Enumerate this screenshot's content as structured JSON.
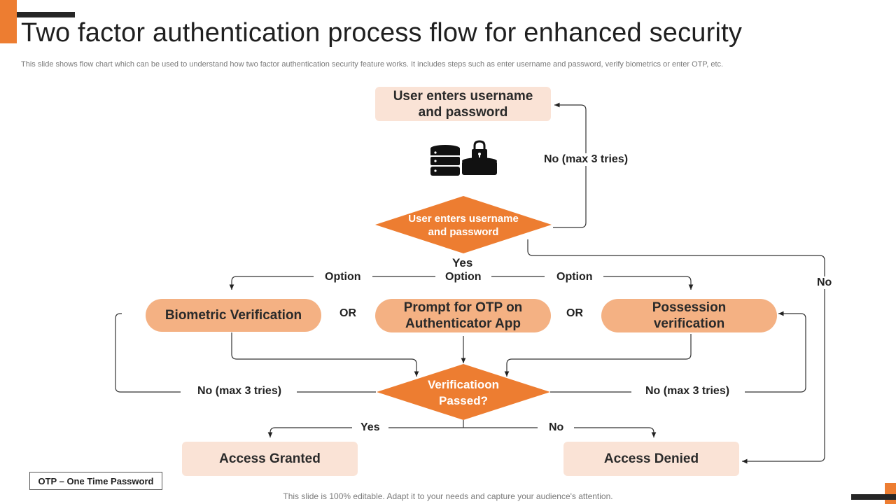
{
  "title": "Two factor authentication process flow for enhanced security",
  "subtitle": "This slide shows flow chart which can be used to understand how two factor authentication security feature works. It includes steps such as enter username and password, verify biometrics or enter OTP, etc.",
  "nodes": {
    "start": "User enters username and password",
    "decision1": "User enters username and password",
    "biometric": "Biometric Verification",
    "otp": "Prompt for OTP on Authenticator App",
    "possession": "Possession verification",
    "decision2": "Verificatioon Passed?",
    "granted": "Access Granted",
    "denied": "Access Denied"
  },
  "labels": {
    "no_retry_top": "No (max 3 tries)",
    "yes": "Yes",
    "option_left": "Option",
    "option_mid": "Option",
    "option_right": "Option",
    "no_right": "No",
    "or_left": "OR",
    "or_right": "OR",
    "no_retry_left": "No (max 3 tries)",
    "no_retry_right": "No (max 3 tries)",
    "yes_bottom": "Yes",
    "no_bottom": "No"
  },
  "legend": "OTP – One Time Password",
  "footer": "This slide is 100% editable. Adapt it to your needs and capture your audience's attention.",
  "icons": [
    "database-lock-icon"
  ],
  "colors": {
    "accent": "#ed7d31",
    "light": "#fae3d6",
    "pill": "#f4b183",
    "dark": "#262626"
  }
}
